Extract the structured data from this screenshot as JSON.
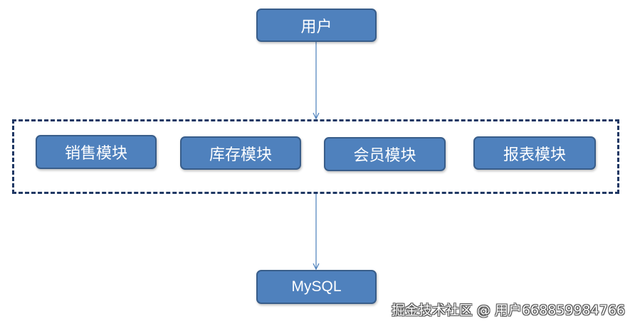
{
  "nodes": {
    "user": "用户",
    "modules": [
      "销售模块",
      "库存模块",
      "会员模块",
      "报表模块"
    ],
    "database": "MySQL"
  },
  "colors": {
    "box_fill": "#4f81bd",
    "box_border": "#385d8a",
    "dashed_border": "#1f3864",
    "connector": "#4a7ebb"
  },
  "watermark": "掘金技术社区 @ 用户668859984766"
}
